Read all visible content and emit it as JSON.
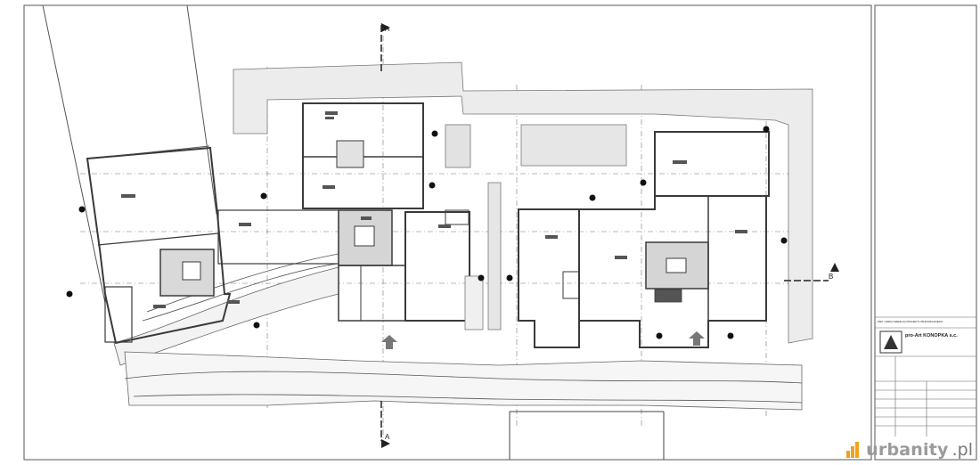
{
  "watermark": {
    "text": "urbanity",
    "suffix": ".pl",
    "accent_color": "#f0a21a",
    "icon": "bar-chart-logo-icon"
  },
  "section_markers": {
    "a_top": "A",
    "a_bottom": "A",
    "b_right": "B"
  },
  "title_block": {
    "company": "pro-Art KONOPKA s.c.",
    "header_note": "PRZ. UWAGI WEDŁUG PROJEKTU BUDOWLANEGO"
  },
  "colors": {
    "line": "#3a3a3a",
    "thin_line": "#8a8a8a",
    "hatch": "#bdbdbd",
    "fill_light": "#ececec",
    "fill_mid": "#d9d9d9"
  }
}
